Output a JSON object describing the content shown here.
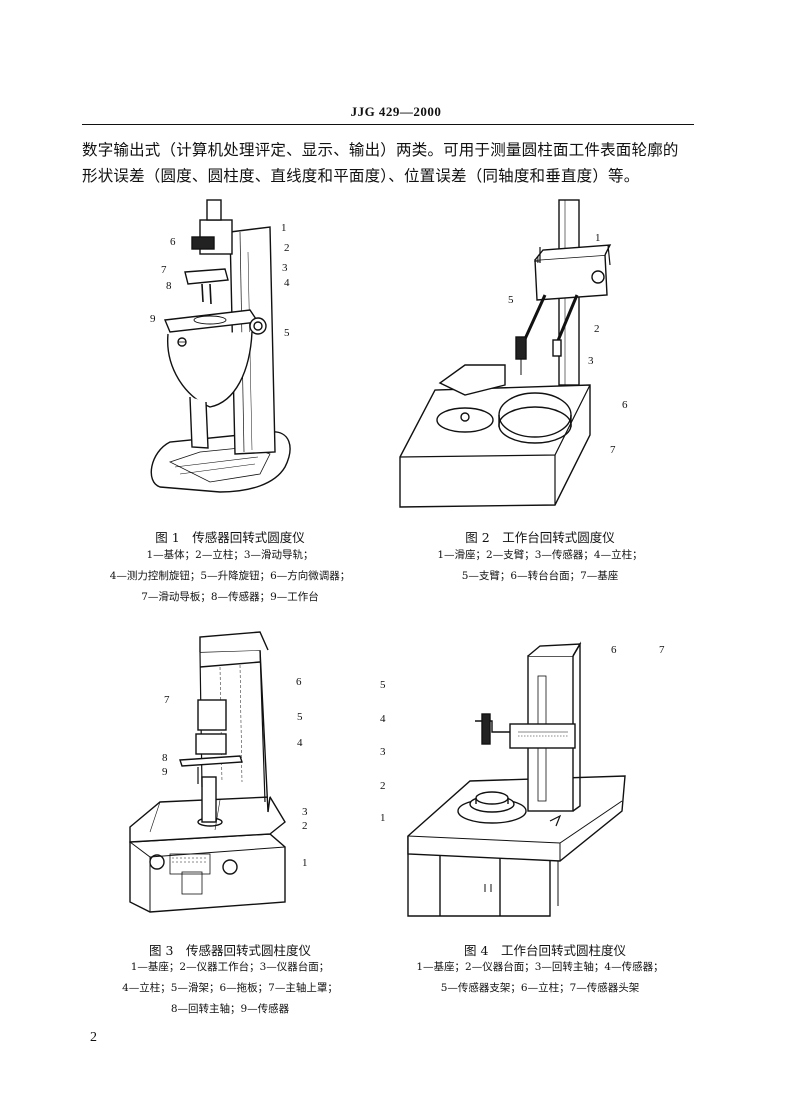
{
  "header": {
    "code": "JJG 429—2000"
  },
  "body_text": {
    "line1": "数字输出式（计算机处理评定、显示、输出）两类。可用于测量圆柱面工件表面轮廓的",
    "line2": "形状误差（圆度、圆柱度、直线度和平面度）、位置误差（同轴度和垂直度）等。"
  },
  "figures": [
    {
      "caption": "图 1　传感器回转式圆度仪",
      "legend": [
        "1—基体；2—立柱；3—滑动导轨；",
        "4—测力控制旋钮；5—升降旋钮；6—方向微调器；",
        "7—滑动导板；8—传感器；9—工作台"
      ],
      "callouts": [
        "1",
        "2",
        "3",
        "4",
        "5",
        "6",
        "7",
        "8",
        "9"
      ]
    },
    {
      "caption": "图 2　工作台回转式圆度仪",
      "legend": [
        "1—滑座；2—支臂；3—传感器；4—立柱；",
        "5—支臂；6—转台台面；7—基座"
      ],
      "callouts": [
        "1",
        "2",
        "3",
        "4",
        "5",
        "6",
        "7"
      ]
    },
    {
      "caption": "图 3　传感器回转式圆柱度仪",
      "legend": [
        "1—基座；2—仪器工作台；3—仪器台面；",
        "4—立柱；5—滑架；6—拖板；7—主轴上罩；",
        "8—回转主轴；9—传感器"
      ],
      "callouts": [
        "1",
        "2",
        "3",
        "4",
        "5",
        "6",
        "7",
        "8",
        "9"
      ]
    },
    {
      "caption": "图 4　工作台回转式圆柱度仪",
      "legend": [
        "1—基座；2—仪器台面；3—回转主轴；4—传感器；",
        "5—传感器支架；6—立柱；7—传感器头架"
      ],
      "callouts": [
        "1",
        "2",
        "3",
        "4",
        "5",
        "6",
        "7"
      ]
    }
  ],
  "page_number": "2"
}
